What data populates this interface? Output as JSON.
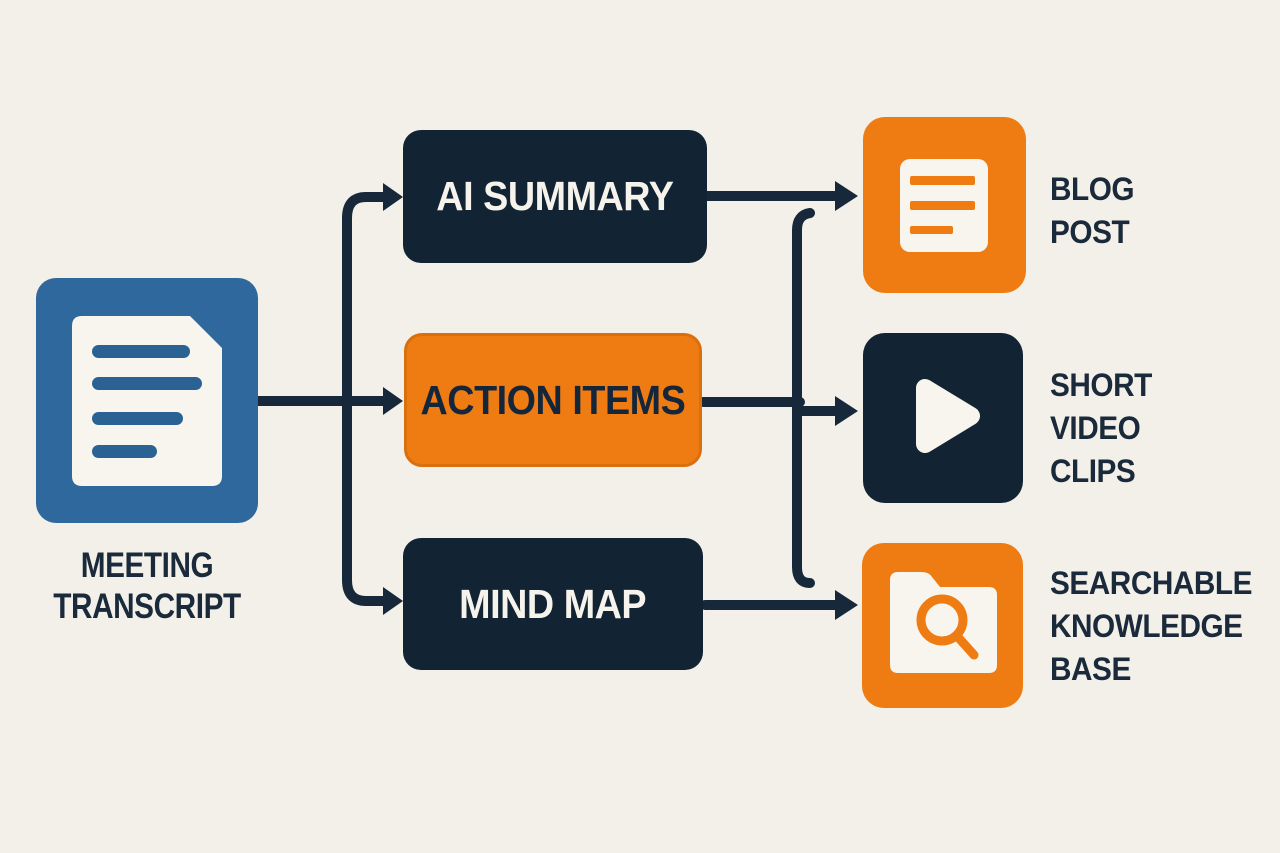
{
  "diagram": {
    "title": "meeting transcript repurposing flow",
    "colors": {
      "background": "#f3f0ea",
      "navy": "#122433",
      "orange": "#ee7c12",
      "blue": "#2e689c",
      "label_text": "#1b2a3a",
      "paper": "#f8f5ee"
    },
    "source": {
      "id": "meeting-transcript",
      "label_lines": [
        "MEETING",
        "TRANSCRIPT"
      ],
      "icon": "document-icon",
      "icon_color": "#2e689c"
    },
    "stages": [
      {
        "id": "ai-summary",
        "label": "AI SUMMARY",
        "color": "#122433"
      },
      {
        "id": "action-items",
        "label": "ACTION ITEMS",
        "color": "#ee7c12"
      },
      {
        "id": "mind-map",
        "label": "MIND MAP",
        "color": "#122433"
      }
    ],
    "outputs": [
      {
        "id": "blog-post",
        "label_lines": [
          "BLOG",
          "POST"
        ],
        "icon": "article-icon",
        "icon_color": "#ee7c12"
      },
      {
        "id": "short-video-clips",
        "label_lines": [
          "SHORT",
          "VIDEO",
          "CLIPS"
        ],
        "icon": "play-icon",
        "icon_color": "#122433"
      },
      {
        "id": "searchable-knowledge-base",
        "label_lines": [
          "SEARCHABLE",
          "KNOWLEDGE",
          "BASE"
        ],
        "icon": "folder-search-icon",
        "icon_color": "#ee7c12"
      }
    ],
    "connections": [
      {
        "from": "meeting-transcript",
        "to": "ai-summary"
      },
      {
        "from": "meeting-transcript",
        "to": "action-items"
      },
      {
        "from": "meeting-transcript",
        "to": "mind-map"
      },
      {
        "from": "ai-summary",
        "to": "blog-post"
      },
      {
        "from": "action-items",
        "to": "short-video-clips"
      },
      {
        "from": "mind-map",
        "to": "searchable-knowledge-base"
      }
    ]
  }
}
